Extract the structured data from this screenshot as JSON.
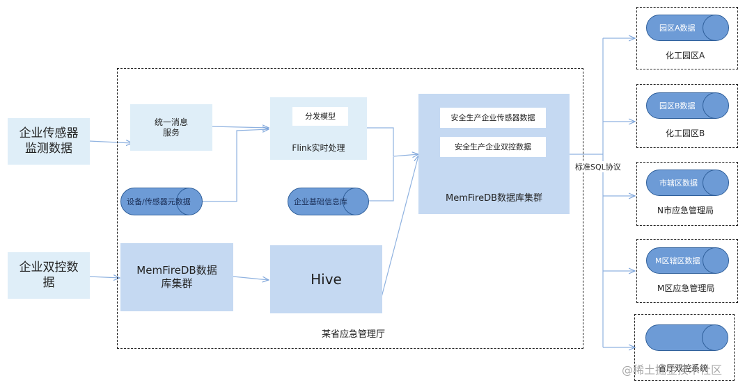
{
  "sources": {
    "sensor_data": "企业传感器\n监测数据",
    "dual_control_data": "企业双控数\n据"
  },
  "province": {
    "label": "某省应急管理厅",
    "unified_message": "统一消息\n服务",
    "device_metadata": "设备/传感器元数据",
    "distribution_model": "分发模型",
    "flink_processing": "Flink实时处理",
    "enterprise_info_db": "企业基础信息库",
    "memfire_left": "MemFireDB数据\n库集群",
    "hive": "Hive",
    "cluster": {
      "sensor_table": "安全生产企业传感器数据",
      "dual_table": "安全生产企业双控数据",
      "label": "MemFireDB数据库集群"
    }
  },
  "protocol_label": "标准SQL协议",
  "targets": [
    {
      "db": "园区A数据",
      "name": "化工园区A"
    },
    {
      "db": "园区B数据",
      "name": "化工园区B"
    },
    {
      "db": "市辖区数据",
      "name": "N市应急管理局"
    },
    {
      "db": "M区辖区数据",
      "name": "M区应急管理局"
    },
    {
      "db": "",
      "name": "省厅双控系统"
    }
  ],
  "watermark": "@稀土掘金技术社区",
  "colors": {
    "light_box": "#dfeef8",
    "mid_box": "#c9dcf4",
    "cylinder": "#6d9bd6",
    "arrow": "#8fb2e0"
  }
}
